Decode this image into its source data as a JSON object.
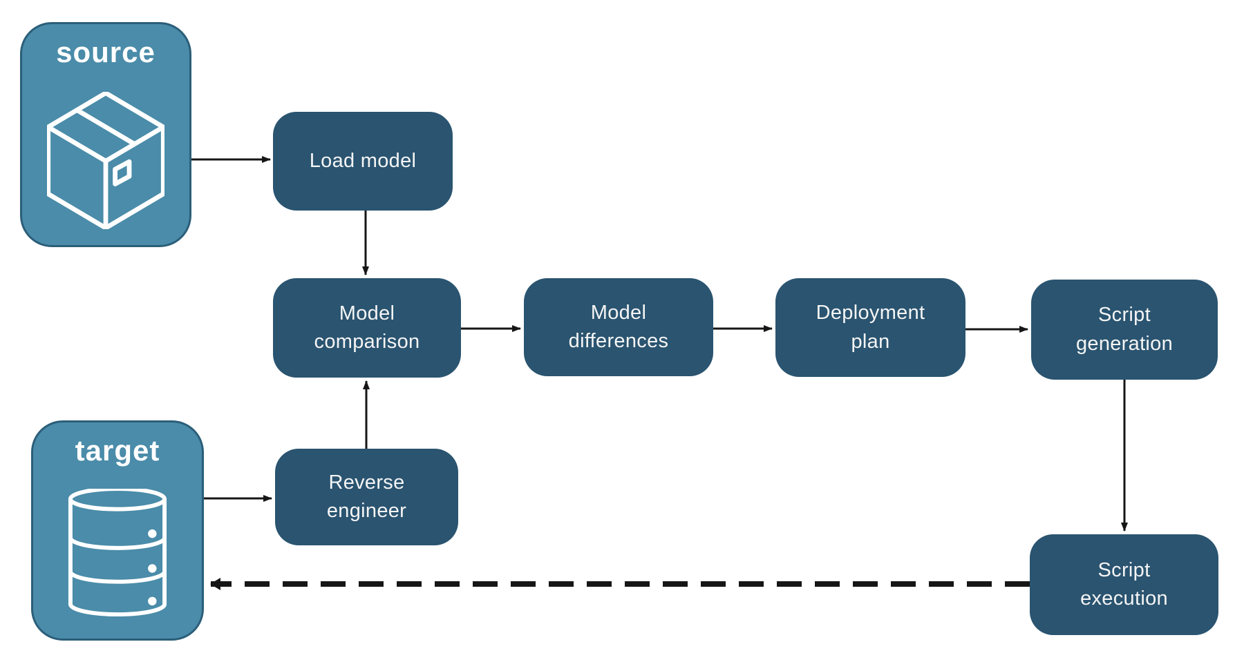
{
  "diagram": {
    "title": "model deployment pipeline flow",
    "endpoints": {
      "source": {
        "label": "source",
        "icon": "package-icon"
      },
      "target": {
        "label": "target",
        "icon": "database-icon"
      }
    },
    "nodes": {
      "load_model": {
        "label": "Load model"
      },
      "model_comparison": {
        "label": "Model\ncomparison"
      },
      "model_differences": {
        "label": "Model\ndifferences"
      },
      "deployment_plan": {
        "label": "Deployment\nplan"
      },
      "script_generation": {
        "label": "Script\ngeneration"
      },
      "reverse_engineer": {
        "label": "Reverse\nengineer"
      },
      "script_execution": {
        "label": "Script\nexecution"
      }
    },
    "edges": [
      {
        "from": "source",
        "to": "load_model",
        "style": "solid"
      },
      {
        "from": "load_model",
        "to": "model_comparison",
        "style": "solid"
      },
      {
        "from": "model_comparison",
        "to": "model_differences",
        "style": "solid"
      },
      {
        "from": "model_differences",
        "to": "deployment_plan",
        "style": "solid"
      },
      {
        "from": "deployment_plan",
        "to": "script_generation",
        "style": "solid"
      },
      {
        "from": "script_generation",
        "to": "script_execution",
        "style": "solid"
      },
      {
        "from": "target",
        "to": "reverse_engineer",
        "style": "solid"
      },
      {
        "from": "reverse_engineer",
        "to": "model_comparison",
        "style": "solid"
      },
      {
        "from": "script_execution",
        "to": "target",
        "style": "dashed"
      }
    ],
    "colors": {
      "node_fill": "#2A5470",
      "endpoint_fill": "#4A8CA9",
      "endpoint_border": "#2B5E79",
      "label_text": "#F5F5F5",
      "arrow": "#161616",
      "background": "#FFFFFF",
      "icon_stroke": "#FFFFFF"
    }
  }
}
